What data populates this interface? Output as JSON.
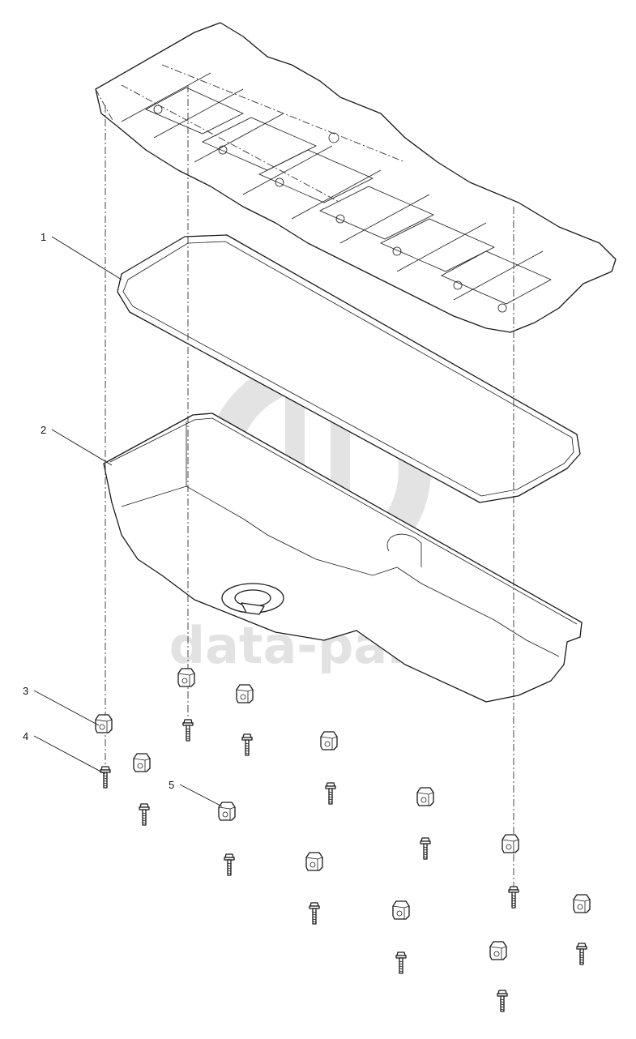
{
  "callouts": [
    {
      "number": "1",
      "part": "oil-pan-gasket"
    },
    {
      "number": "2",
      "part": "oil-pan"
    },
    {
      "number": "3",
      "part": "bracket-clip"
    },
    {
      "number": "4",
      "part": "flange-bolt"
    },
    {
      "number": "5",
      "part": "bracket-clip"
    }
  ],
  "watermark": {
    "text": "data-parts",
    "color": "#cccccc"
  },
  "colors": {
    "line": "#1a1a1a",
    "background": "#ffffff",
    "watermark": "#cccccc"
  }
}
